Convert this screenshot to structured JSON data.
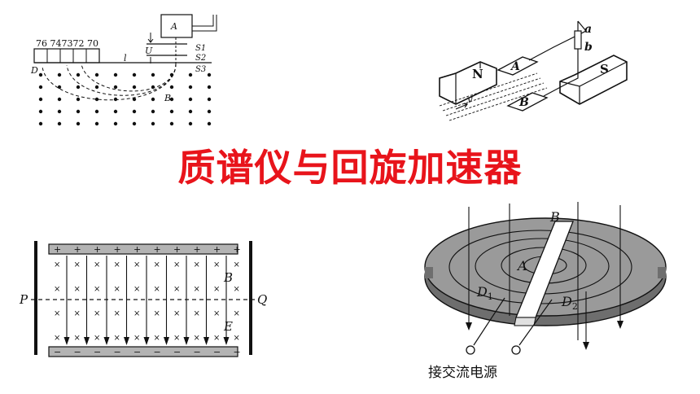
{
  "title": "质谱仪与回旋加速器",
  "colors": {
    "title": "#e8141b",
    "ink": "#111111",
    "dee": "#9a9a9a",
    "dee_dark": "#6e6e6e",
    "plate": "#b3b3b3"
  },
  "mass_spectrometer": {
    "scale_numbers": "76 747372 70",
    "source_label": "A",
    "voltage_label": "U",
    "slits": [
      "S1",
      "S2",
      "S3"
    ],
    "length_label": "l",
    "detector_label": "D",
    "field_label": "B"
  },
  "mhd_generator": {
    "north_label": "N",
    "south_label": "S",
    "plate_a_label": "A",
    "plate_b_label": "B",
    "terminal_a": "a",
    "terminal_b": "b",
    "velocity_label": "v"
  },
  "velocity_selector": {
    "left_label": "P",
    "right_label": "Q",
    "b_label": "B",
    "e_label": "E",
    "top_plate_sign": "+",
    "bottom_plate_sign": "−",
    "cross_symbol": "×"
  },
  "cyclotron": {
    "field_label": "B",
    "source_label": "A",
    "dee1_main": "D",
    "dee1_sub": "1",
    "dee2_main": "D",
    "dee2_sub": "2",
    "power_label": "接交流电源"
  }
}
